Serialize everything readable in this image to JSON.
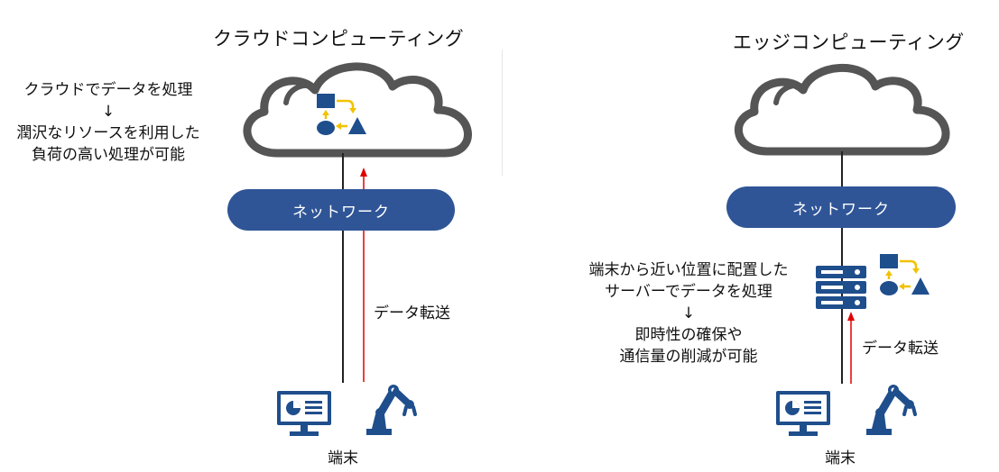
{
  "cloud_side": {
    "title": "クラウドコンピューティング",
    "note_lines": [
      "クラウドでデータを処理",
      "↓",
      "潤沢なリソースを利用した",
      "負荷の高い処理が可能"
    ],
    "network_label": "ネットワーク",
    "transfer_label": "データ転送",
    "device_label": "端末"
  },
  "edge_side": {
    "title": "エッジコンピューティング",
    "note_lines": [
      "端末から近い位置に配置した",
      "サーバーでデータを処理",
      "↓",
      "即時性の確保や",
      "通信量の削減が可能"
    ],
    "network_label": "ネットワーク",
    "transfer_label": "データ転送",
    "device_label": "端末"
  },
  "colors": {
    "network_pill": "#2f5597",
    "icon_blue": "#1f4e8c",
    "flow_arrow_yellow": "#f2c200",
    "transfer_arrow_red": "#e00000",
    "cloud_outline": "#555555"
  },
  "icons": [
    "cloud-icon",
    "process-shapes-icon",
    "server-icon",
    "monitor-icon",
    "robot-arm-icon"
  ]
}
